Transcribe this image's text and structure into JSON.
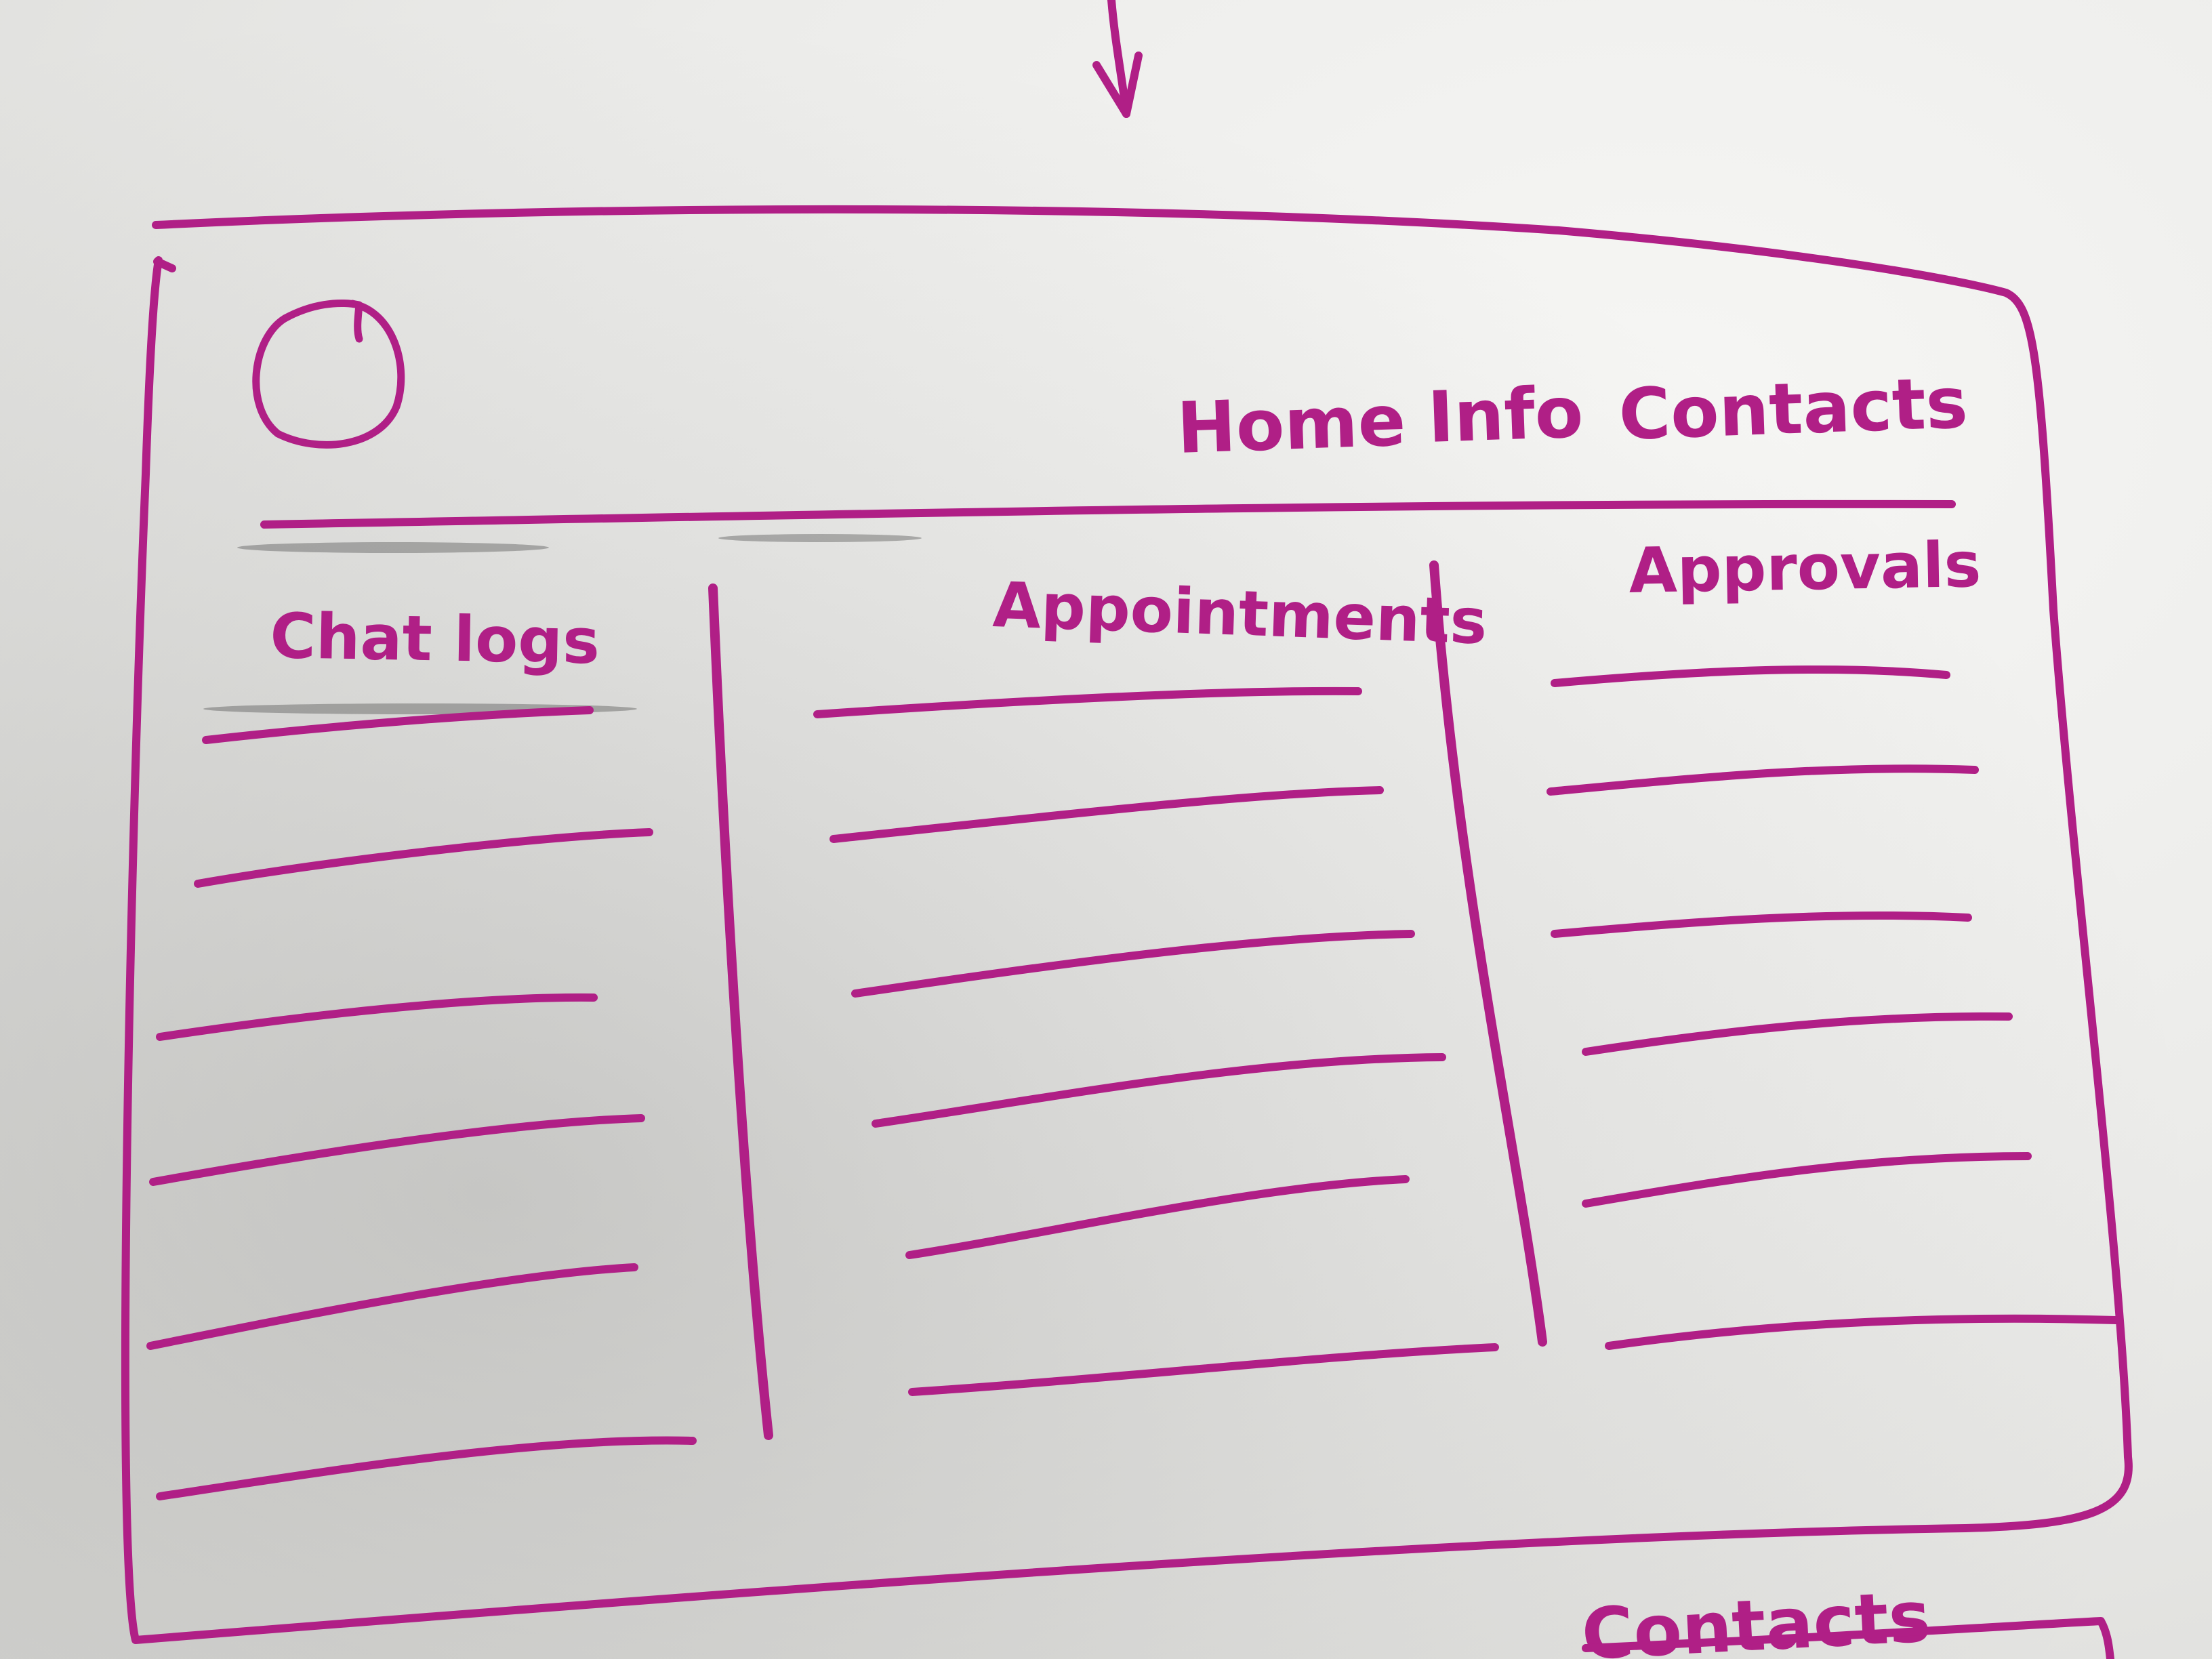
{
  "nav": {
    "items": [
      {
        "label": "Home"
      },
      {
        "label": "Info"
      },
      {
        "label": "Contacts"
      }
    ]
  },
  "columns": [
    {
      "heading": "Chat logs",
      "line_count": 6
    },
    {
      "heading": "Appointments",
      "line_count": 6
    },
    {
      "heading": "Approvals",
      "line_count": 6
    }
  ],
  "below_frame": {
    "label": "Contacts"
  },
  "colors": {
    "ink": "#b01f86",
    "board": "#ececea"
  }
}
